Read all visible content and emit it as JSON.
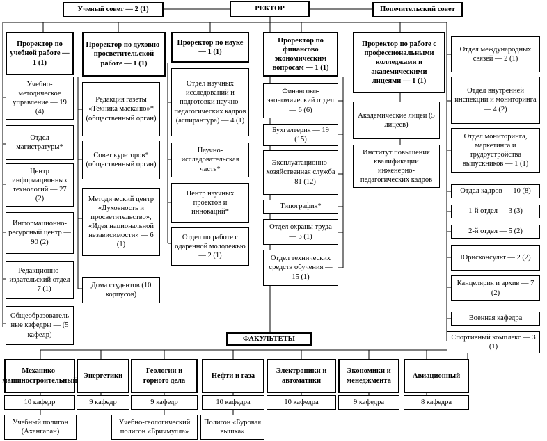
{
  "top": {
    "rector": "РЕКТОР",
    "council": "Ученый совет — 2 (1)",
    "trustees": "Попечительский совет"
  },
  "prorectors": {
    "study": "Проректор по учебной работе — 1 (1)",
    "spiritual": "Проректор по духовно-просветительской работе — 1 (1)",
    "science": "Проректор по науке — 1 (1)",
    "finance": "Проректор по финансово экономическим вопросам — 1 (1)",
    "colleges": "Проректор по работе с профессиональными колледжами и академическими лицеями — 1 (1)"
  },
  "study_units": [
    "Учебно-методическое управление — 19 (4)",
    "Отдел магистратуры*",
    "Центр информационных технологий — 27 (2)",
    "Информационно-ресурсный центр — 90 (2)",
    "Редакционно-издательский отдел — 7 (1)",
    "Общеобразователь ные кафедры — (5 кафедр)"
  ],
  "spiritual_units": [
    "Редакция газеты «Техника масканю»* (общественный орган)",
    "Совет кураторов* (общественный орган)",
    "Методический центр «Духовность и просветительство», «Идея национальной независимости» — 6 (1)",
    "Дома студентов (10 корпусов)"
  ],
  "science_units": [
    "Отдел научных исследований и подготовки научно-педагогических кадров (аспирантура) — 4 (1)",
    "Научно-исследовательская часть*",
    "Центр научных проектов и инноваций*",
    "Отдел по работе с одаренной молодежью — 2 (1)"
  ],
  "finance_units": [
    "Финансово-экономический отдел — 6 (6)",
    "Бухгалтерия — 19 (15)",
    "Эксплуатационно-хозяйственная служба — 81 (12)",
    "Типография*",
    "Отдел охраны труда — 3 (1)",
    "Отдел технических средств обучения — 15 (1)"
  ],
  "college_units": [
    "Академические лицеи (5 лицеев)",
    "Институт повышения квалификации инженерно-педагогических кадров"
  ],
  "right_units": [
    "Отдел международных связей — 2 (1)",
    "Отдел внутренней инспекции и мониторинга — 4 (2)",
    "Отдел мониторинга, маркетинга и трудоустройства выпускников — 1 (1)",
    "Отдел кадров — 10 (8)",
    "1-й отдел — 3 (3)",
    "2-й отдел — 5 (2)",
    "Юрисконсульт — 2 (2)",
    "Канцелярия и архив — 7 (2)",
    "Военная кафедра",
    "Спортивный комплекс — 3 (1)"
  ],
  "faculties_title": "ФАКУЛЬТЕТЫ",
  "faculties": [
    {
      "name": "Механико-машиностроительный",
      "depts": "10 кафедр",
      "extra": "Учебный полигон (Ахангаран)"
    },
    {
      "name": "Энергетики",
      "depts": "9 кафедр"
    },
    {
      "name": "Геологии и горного дела",
      "depts": "9 кафедр",
      "extra": "Учебно-геологический полигон «Бричмулла»"
    },
    {
      "name": "Нефти и газа",
      "depts": "10 кафедра",
      "extra": "Полигон «Буровая вышка»"
    },
    {
      "name": "Электроники и автоматики",
      "depts": "10 кафедра"
    },
    {
      "name": "Экономики и менеджмента",
      "depts": "9 кафедра"
    },
    {
      "name": "Авиационный",
      "depts": "8 кафедра"
    }
  ]
}
